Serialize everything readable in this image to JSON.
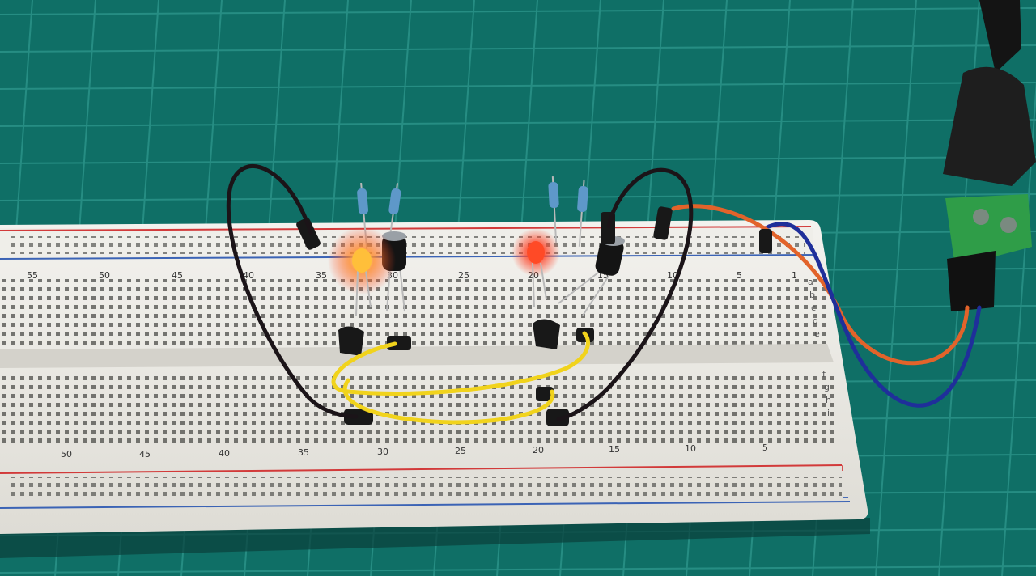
{
  "breadboard": {
    "top_numbers": [
      "55",
      "50",
      "45",
      "40",
      "35",
      "30",
      "25",
      "20",
      "15",
      "10",
      "5",
      "1"
    ],
    "bottom_numbers": [
      "50",
      "45",
      "40",
      "35",
      "30",
      "25",
      "20",
      "15",
      "10",
      "5"
    ],
    "top_row_letters": [
      "a",
      "b",
      "c",
      "d",
      "e"
    ],
    "bottom_row_letters": [
      "f",
      "g",
      "h",
      "i",
      "j"
    ],
    "rail_plus": "+",
    "rail_minus": "−"
  },
  "colors": {
    "mat": "#0f6f66",
    "grid_line": "#3aa79c",
    "board": "#ecebe6",
    "rail_red": "#d23a3a",
    "rail_blue": "#3b63b5",
    "wire_black": "#1b1418",
    "wire_yellow": "#f1d31c",
    "wire_orange": "#e2632a",
    "wire_blue": "#1f2f9a",
    "led_red": "#ff3b1e",
    "terminal_green": "#2f9d48"
  },
  "leds_lit": 2
}
